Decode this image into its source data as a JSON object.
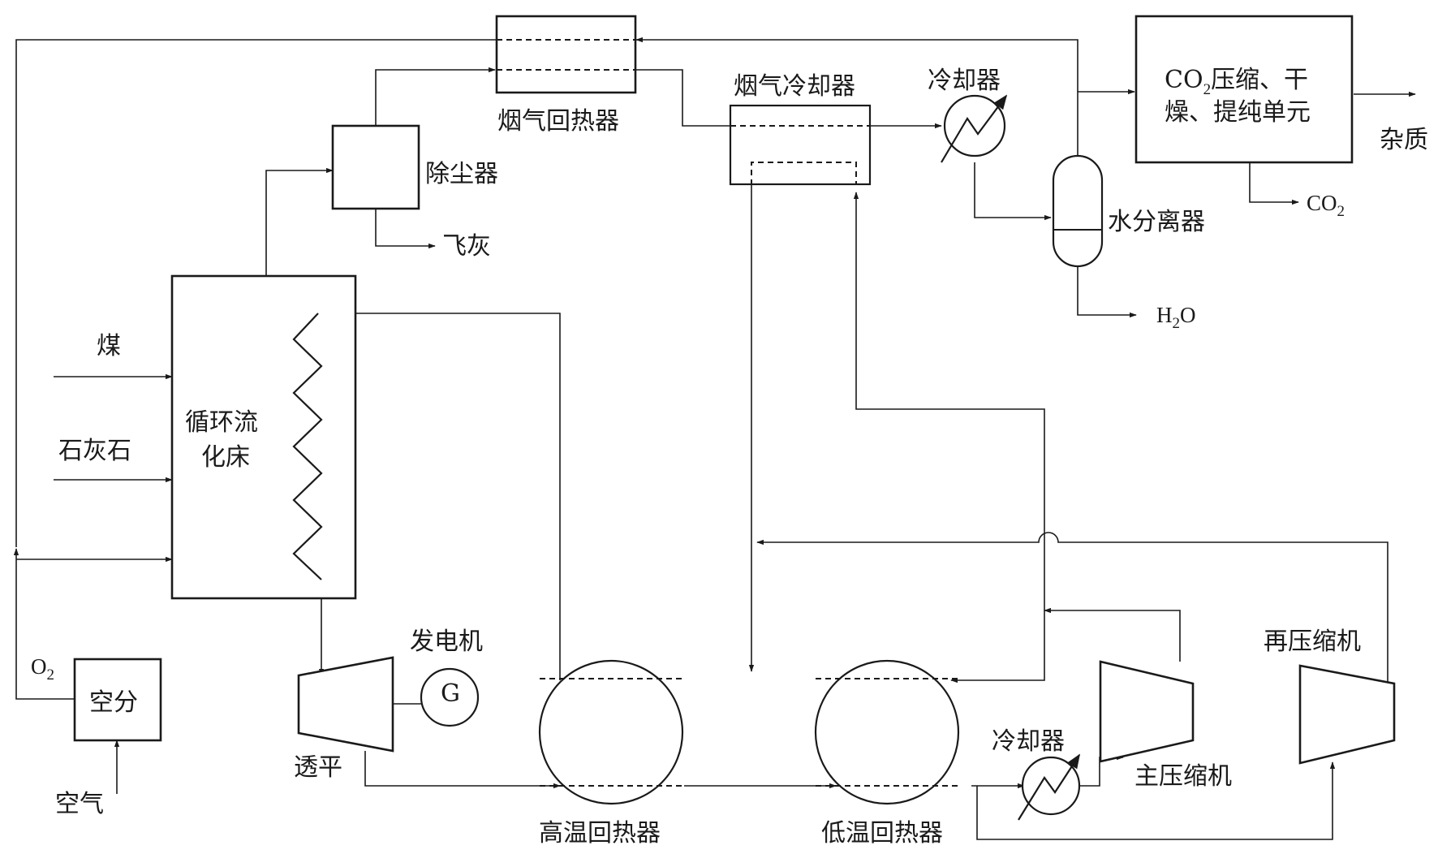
{
  "labels": {
    "flue_gas_recuperator": "烟气回热器",
    "flue_gas_cooler": "烟气冷却器",
    "cooler_top": "冷却器",
    "cooler_bottom": "冷却器",
    "co2_unit_l1_a": "CO",
    "co2_unit_l1_sub": "2",
    "co2_unit_l1_b": "压缩、干",
    "co2_unit_l2": "燥、提纯单元",
    "impurities": "杂质",
    "co2_out_a": "CO",
    "co2_out_sub": "2",
    "water_separator": "水分离器",
    "h2o_a": "H",
    "h2o_sub": "2",
    "h2o_b": "O",
    "dust_collector": "除尘器",
    "fly_ash": "飞灰",
    "coal": "煤",
    "limestone": "石灰石",
    "cfb_l1": "循环流",
    "cfb_l2": "化床",
    "o2_a": "O",
    "o2_sub": "2",
    "asu": "空分",
    "air": "空气",
    "generator": "发电机",
    "generator_symbol": "G",
    "turbine": "透平",
    "ht_recuperator": "高温回热器",
    "lt_recuperator": "低温回热器",
    "main_compressor": "主压缩机",
    "recompressor": "再压缩机"
  },
  "colors": {
    "line": "#1a1a1a",
    "background": "#ffffff"
  }
}
